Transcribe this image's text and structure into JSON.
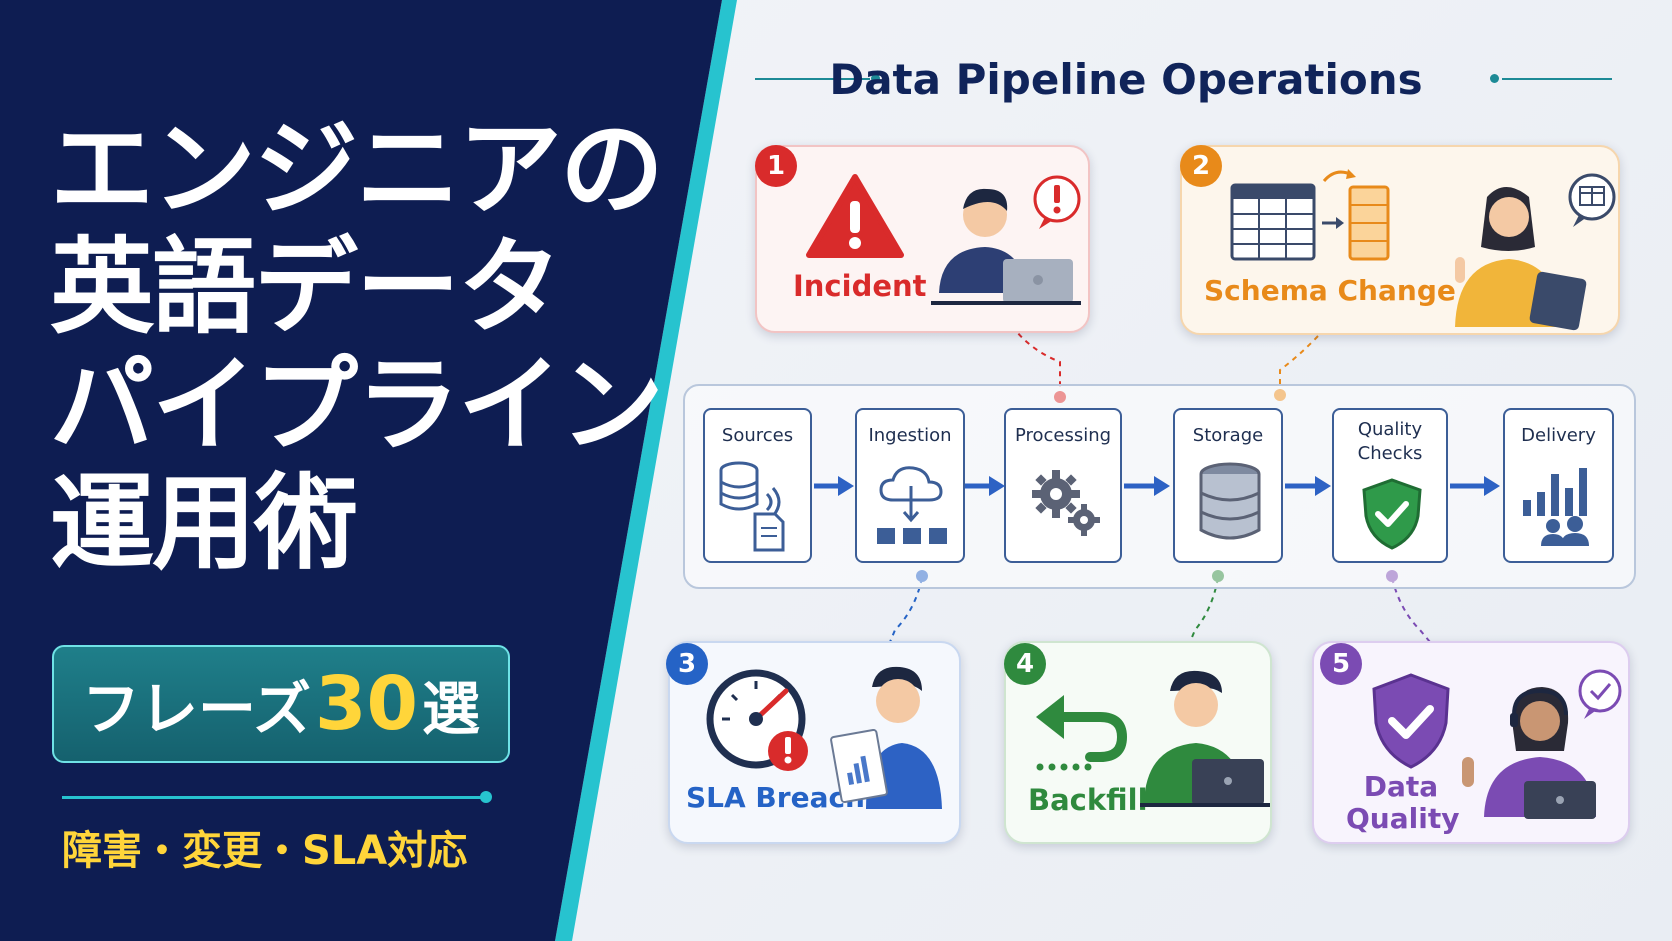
{
  "left": {
    "title_lines": [
      "エンジニアの",
      "英語データ",
      "パイプライン",
      "運用術"
    ],
    "badge": {
      "pre": "フレーズ",
      "number": "30",
      "post": "選"
    },
    "subtitle": "障害・変更・SLA対応"
  },
  "heading": "Data Pipeline Operations",
  "cards": [
    {
      "number": "1",
      "label": "Incident"
    },
    {
      "number": "2",
      "label": "Schema Change"
    },
    {
      "number": "3",
      "label": "SLA Breach"
    },
    {
      "number": "4",
      "label": "Backfill"
    },
    {
      "number": "5",
      "label": "Data Quality"
    }
  ],
  "stages": [
    {
      "label": "Sources"
    },
    {
      "label": "Ingestion"
    },
    {
      "label": "Processing"
    },
    {
      "label": "Storage"
    },
    {
      "label": "Quality Checks"
    },
    {
      "label": "Delivery"
    }
  ],
  "colors": {
    "navy": "#0e1d52",
    "teal": "#27c3cf",
    "yellow": "#ffd53a",
    "incident": "#d92b2b",
    "schema": "#e88a1a",
    "sla": "#2563c6",
    "backfill": "#2f8a3e",
    "quality": "#7b4bb3"
  },
  "icons": [
    "warning-icon",
    "alert-bubble-icon",
    "table-icon",
    "gauge-icon",
    "undo-arrow-icon",
    "shield-check-icon",
    "database-icon",
    "cloud-download-icon",
    "gears-icon",
    "bar-chart-icon",
    "users-icon"
  ]
}
